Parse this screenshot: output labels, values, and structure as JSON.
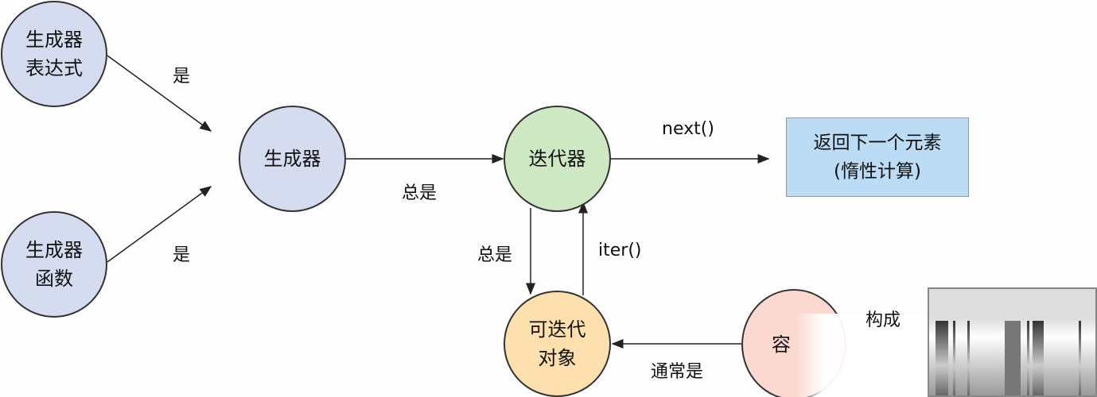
{
  "nodes": {
    "gen_expr": [
      "生成器",
      "表达式"
    ],
    "gen_func": [
      "生成器",
      "函数"
    ],
    "generator": "生成器",
    "iterator": "迭代器",
    "iterable": [
      "可迭代",
      "对象"
    ],
    "container": "容"
  },
  "result_box": [
    "返回下一个元素",
    "(惰性计算)"
  ],
  "edges": {
    "is_top": "是",
    "is_bottom": "是",
    "always_gen": "总是",
    "next": "next()",
    "always_iter": "总是",
    "iter": "iter()",
    "usually": "通常是",
    "compose": "构成"
  },
  "colors": {
    "blue": "#d6dcf0",
    "green": "#cfe8c4",
    "orange": "#fde0ae",
    "pink": "#fbd9d0",
    "box": "#bcdcf5"
  }
}
